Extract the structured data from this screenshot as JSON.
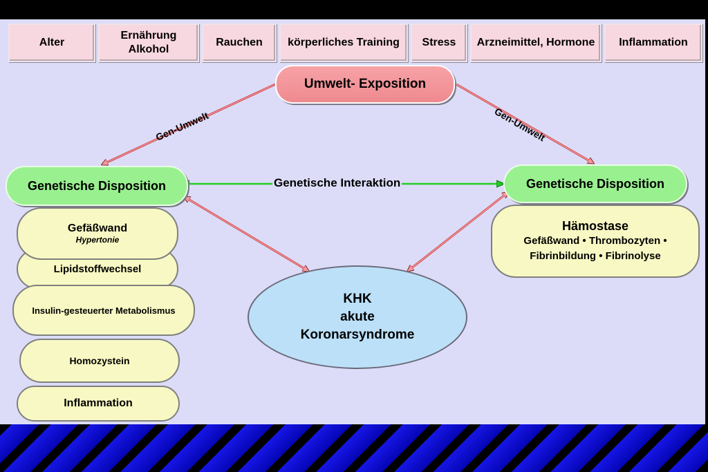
{
  "header": {
    "factors": [
      "Alter",
      "Ernährung\nAlkohol",
      "Rauchen",
      "körperliches Training",
      "Stress",
      "Arzneimittel, Hormone",
      "Inflammation"
    ]
  },
  "center": {
    "umwelt": "Umwelt- Exposition",
    "gen_umwelt_left": "Gen-Umwelt",
    "gen_umwelt_right": "Gen-Umwelt",
    "interaktion": "Genetische Interaktion"
  },
  "left": {
    "disposition": "Genetische Disposition",
    "items": [
      {
        "title": "Gefäßwand",
        "sub": "Hypertonie"
      },
      {
        "title": "Lipidstoffwechsel"
      },
      {
        "title": "Insulin-gesteuerter Metabolismus"
      },
      {
        "title": "Homozystein"
      },
      {
        "title": "Inflammation"
      }
    ]
  },
  "right": {
    "disposition": "Genetische Disposition",
    "haemostase_title": "Hämostase",
    "haemostase_line1": "Gefäßwand • Thrombozyten •",
    "haemostase_line2": "Fibrinbildung • Fibrinolyse"
  },
  "outcome": {
    "line1": "KHK",
    "line2": "akute",
    "line3": "Koronarsyndrome"
  },
  "colors": {
    "background": "#dcdcf8",
    "pink": "#f29a9f",
    "green": "#99f08f",
    "yellow": "#f8f8c4",
    "blue": "#bce0f8",
    "arrow_red": "#c83232",
    "arrow_green": "#22cc22"
  }
}
